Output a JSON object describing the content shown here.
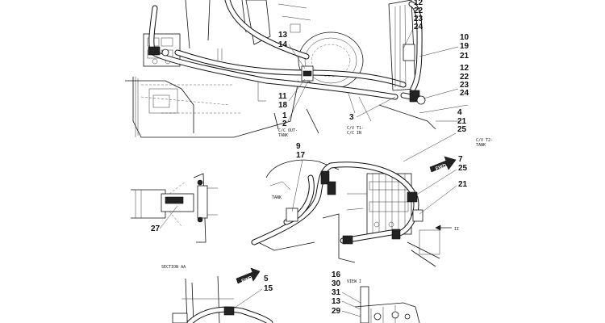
{
  "callouts": {
    "c12a": "12",
    "c22a": "22",
    "c23a": "23",
    "c24a": "24",
    "c13a": "13",
    "c14a": "14",
    "c10": "10",
    "c19": "19",
    "c21a": "21",
    "c12b": "12",
    "c22b": "22",
    "c23b": "23",
    "c24b": "24",
    "c11": "11",
    "c18": "18",
    "c1": "1",
    "c2": "2",
    "c3": "3",
    "c4": "4",
    "c21b": "21",
    "c25a": "25",
    "c9": "9",
    "c17": "17",
    "c7": "7",
    "c25b": "25",
    "c21c": "21",
    "c27": "27",
    "c5": "5",
    "c15": "15",
    "c16": "16",
    "c30": "30",
    "c31": "31",
    "c13b": "13",
    "c29": "29"
  },
  "notes": {
    "co_out_1": "C/C OUT-",
    "co_out_2": "TANK",
    "ct1_1": "C/V T1-",
    "ct1_2": "C/C IN",
    "ct2_1": "C/V T2-",
    "ct2_2": "TANK",
    "tank": "TANK",
    "section": "SECTION AA",
    "view": "VIEW I",
    "view_mark": "II",
    "fwd": "FWD"
  },
  "icons": [
    "fwd-arrow-icon",
    "view-arrow-icon"
  ]
}
